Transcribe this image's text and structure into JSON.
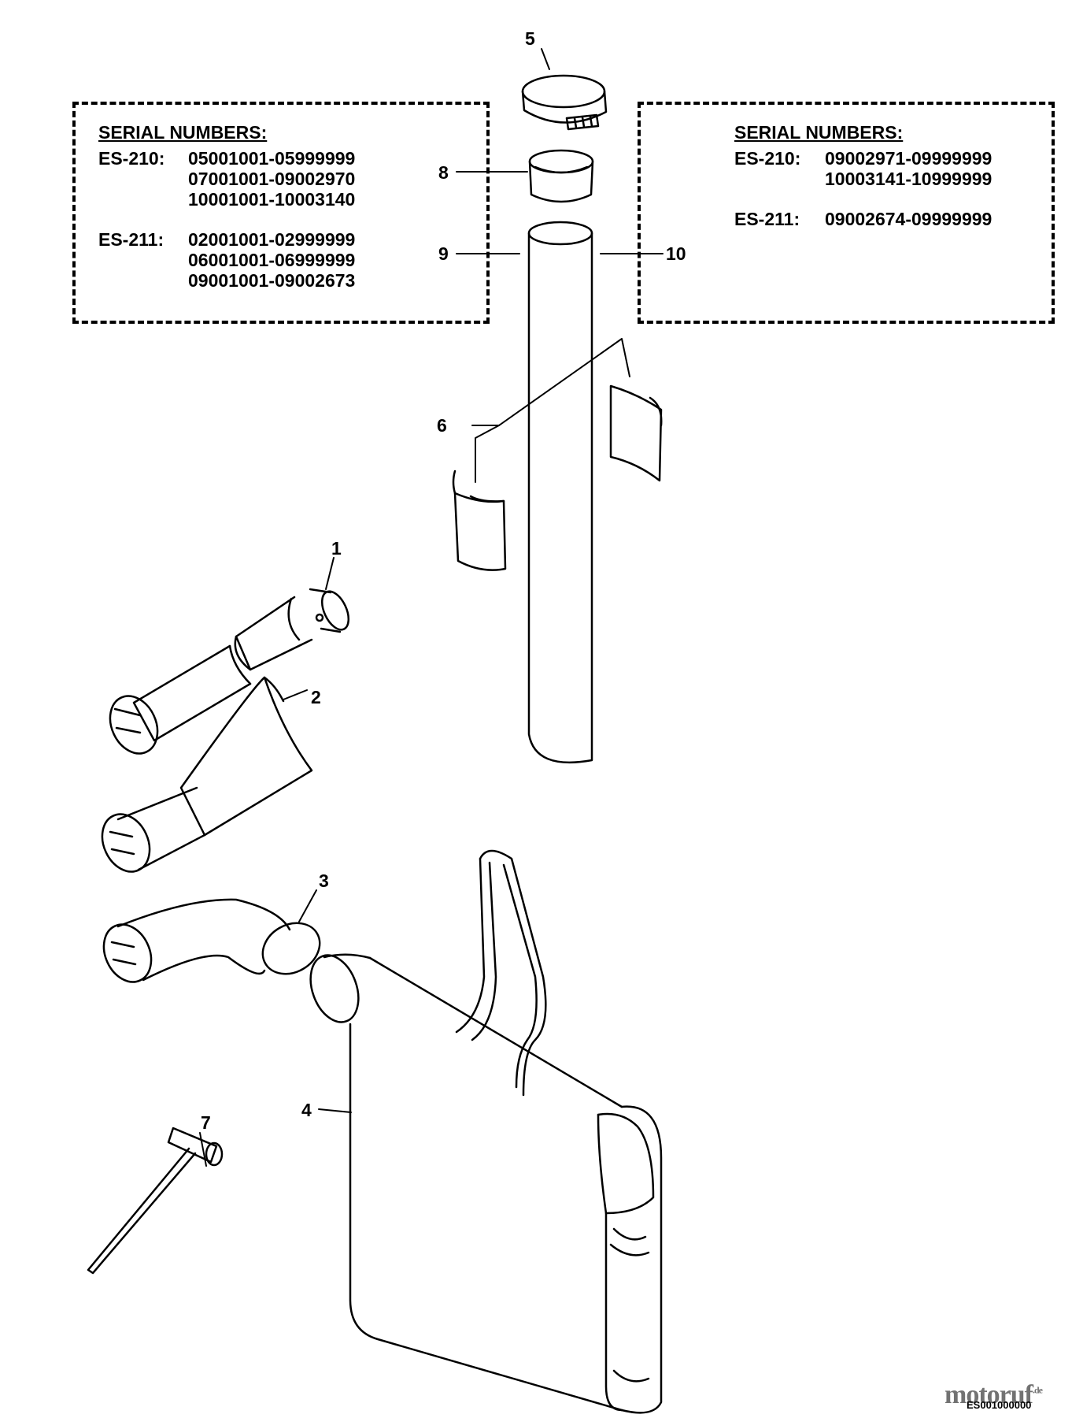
{
  "boxes": {
    "left": {
      "title": "SERIAL NUMBERS:",
      "models": [
        {
          "model": "ES-210:",
          "ranges": [
            "05001001-05999999",
            "07001001-09002970",
            "10001001-10003140"
          ]
        },
        {
          "model": "ES-211:",
          "ranges": [
            "02001001-02999999",
            "06001001-06999999",
            "09001001-09002673"
          ]
        }
      ]
    },
    "right": {
      "title": "SERIAL NUMBERS:",
      "models": [
        {
          "model": "ES-210:",
          "ranges": [
            "09002971-09999999",
            "10003141-10999999"
          ]
        },
        {
          "model": "ES-211:",
          "ranges": [
            "09002674-09999999"
          ]
        }
      ]
    }
  },
  "callouts": {
    "c1": "1",
    "c2": "2",
    "c3": "3",
    "c4": "4",
    "c5": "5",
    "c6": "6",
    "c7": "7",
    "c8": "8",
    "c9": "9",
    "c10": "10"
  },
  "footer": {
    "doc_code": "ES001000000",
    "watermark": "motoruf",
    "watermark_suffix": ".de"
  },
  "colors": {
    "ink": "#000000",
    "background": "#ffffff"
  }
}
